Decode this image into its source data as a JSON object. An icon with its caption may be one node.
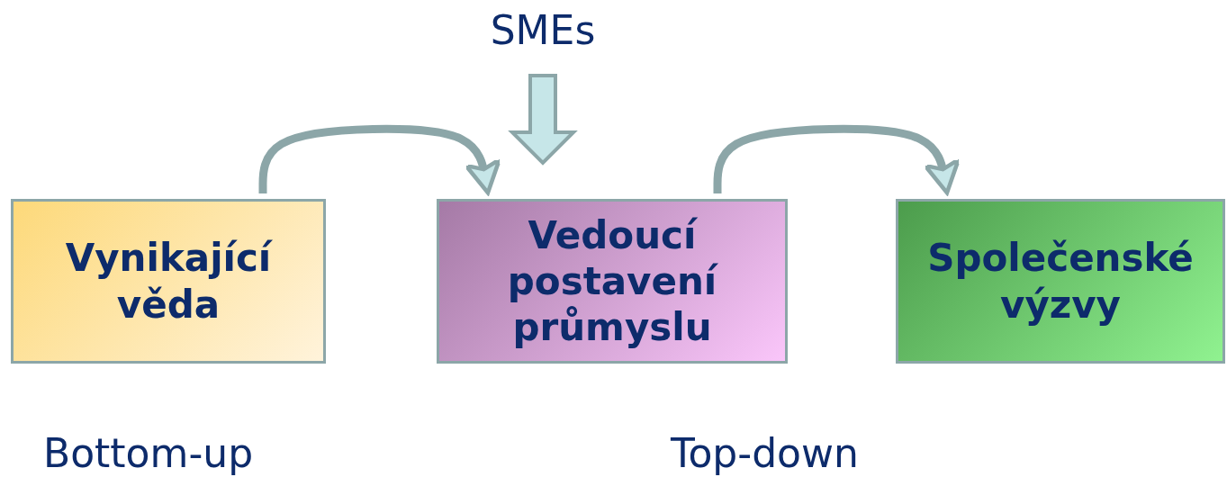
{
  "diagram": {
    "nodes": [
      {
        "text": [
          "SMEs"
        ]
      },
      {
        "text": [
          "Vynikající věda"
        ]
      },
      {
        "text": [
          "Vedoucí postavení průmyslu"
        ]
      },
      {
        "text": [
          "Společenské výzvy"
        ]
      }
    ],
    "edges": [
      {
        "from": 0,
        "to": 2,
        "arrow": "to",
        "style": "thick"
      },
      {
        "from": 1,
        "to": 2,
        "arrow": "to"
      },
      {
        "from": 2,
        "to": 3,
        "arrow": "to"
      }
    ],
    "labels": [
      "Bottom-up",
      "Top-down"
    ]
  }
}
